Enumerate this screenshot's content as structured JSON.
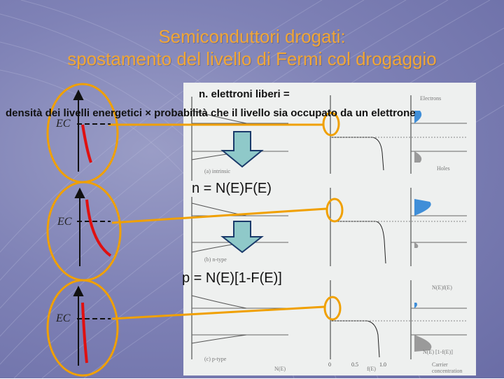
{
  "slide": {
    "title_line1": "Semiconduttori drogati:",
    "title_line2": "spostamento del livello di Fermi col drogaggio",
    "header_line1": "n. elettroni liberi =",
    "header_line2": "densità dei livelli energetici × probabilità che il livello sia occupato da un elettrone",
    "formula_n": "n = N(E)F(E)",
    "formula_p": "p = N(E)[1-F(E)]",
    "ec_label": "EC",
    "colors": {
      "title": "#f0a637",
      "accent_orange": "#f0a000",
      "curve_red": "#e01010",
      "arrow_fill": "#8fc9c9"
    }
  },
  "figure": {
    "caption_intrinsic": "(a) intrinsic",
    "caption_ntype": "(b) n-type",
    "caption_ptype": "(c) p-type",
    "electrons": "Electrons",
    "holes": "Holes",
    "carrier_conc": "Carrier concentration",
    "nE_label": "N(E)",
    "fE_label": "f(E)",
    "tick_0": "0",
    "tick_05": "0.5",
    "tick_10": "1.0",
    "nfe_label": "N(E)f(E)",
    "n1fe_label": "N(E) [1-f(E)]"
  }
}
